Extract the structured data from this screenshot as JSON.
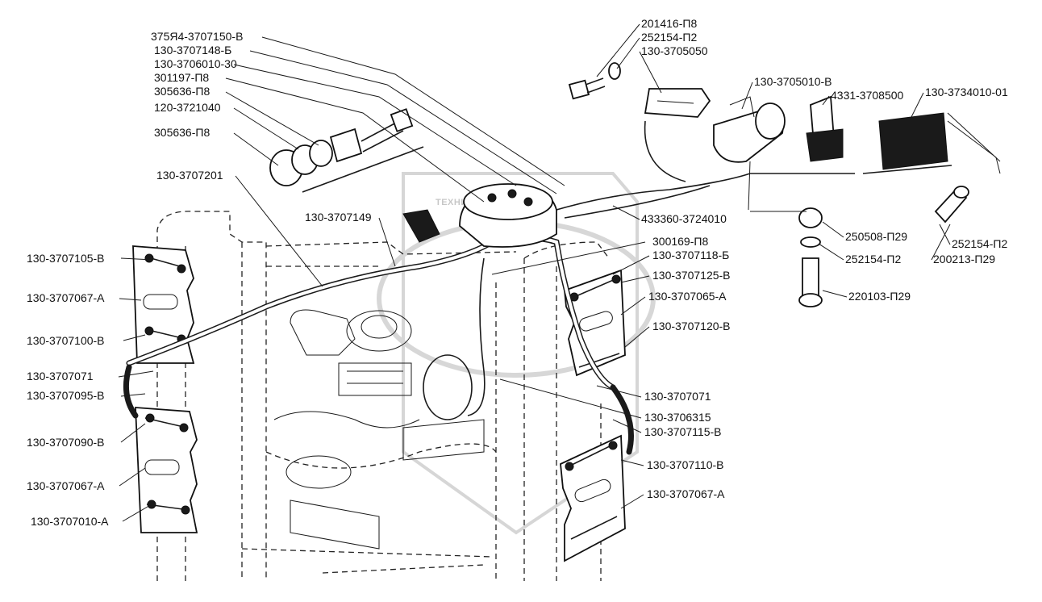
{
  "watermark": {
    "brand": "ТЕХНИКА И ЗАПЧАСТИ"
  },
  "labels": {
    "l01": "375Я4-3707150-В",
    "l02": "130-3707148-Б",
    "l03": "130-3706010-30",
    "l04": "301197-П8",
    "l05": "305636-П8",
    "l06": "120-3721040",
    "l07": "305636-П8",
    "l08": "130-3707201",
    "l09": "130-3707149",
    "l10": "130-3707105-В",
    "l11": "130-3707067-А",
    "l12": "130-3707100-В",
    "l13": "130-3707071",
    "l14": "130-3707095-В",
    "l15": "130-3707090-В",
    "l16": "130-3707067-А",
    "l17": "130-3707010-А",
    "r01": "201416-П8",
    "r02": "252154-П2",
    "r03": "130-3705050",
    "r04": "130-3705010-В",
    "r05": "4331-3708500",
    "r06": "130-3734010-01",
    "r07": "433360-3724010",
    "r08": "300169-П8",
    "r09": "130-3707118-Б",
    "r10": "130-3707125-В",
    "r11": "130-3707065-А",
    "r12": "130-3707120-В",
    "r13": "130-3707071",
    "r14": "130-3706315",
    "r15": "130-3707115-В",
    "r16": "130-3707110-В",
    "r17": "130-3707067-А",
    "r18": "250508-П29",
    "r19": "252154-П2",
    "r20": "220103-П29",
    "r21": "252154-П2",
    "r22": "200213-П29"
  }
}
